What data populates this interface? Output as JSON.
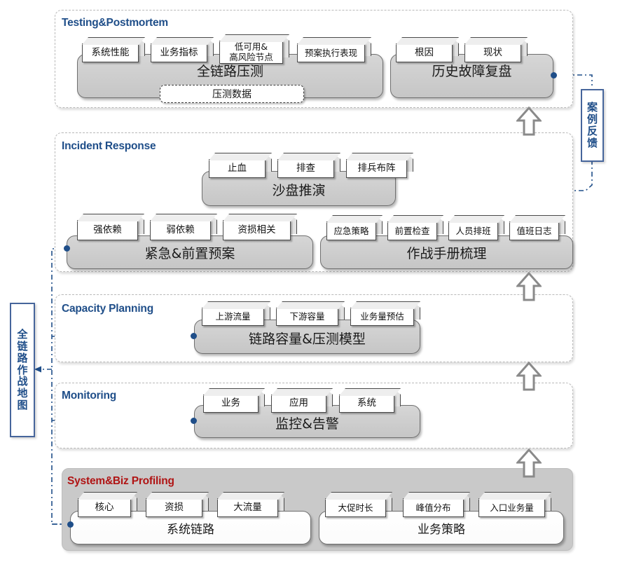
{
  "diagram": {
    "title_note": "全链路作战地图",
    "colors": {
      "section_title_blue": "#1f4e89",
      "section_title_red": "#b01414",
      "bar_grey": "#cdcdcd",
      "connector_blue": "#1f4e89",
      "arrow_grey": "#8a8a8a",
      "panel_grey": "#c9c9c9"
    }
  },
  "side_labels": {
    "left": {
      "name": "full-link-battle-map",
      "text": "全链路作战地图",
      "chars": [
        "全",
        "链",
        "路",
        "作",
        "战",
        "地",
        "图"
      ]
    },
    "right": {
      "name": "case-feedback",
      "text": "案例反馈",
      "chars": [
        "案",
        "例",
        "反",
        "馈"
      ]
    }
  },
  "sections": [
    {
      "id": "testing-postmortem",
      "title": "Testing&Postmortem",
      "title_color": "blue",
      "shaded": false,
      "groups": [
        {
          "id": "full-link-stress-test",
          "label": "全链路压测",
          "chips": [
            "系统性能",
            "业务指标",
            "低可用&\n高风险节点",
            "预案执行表现"
          ],
          "overlay": {
            "label": "压测数据",
            "style": "dashed-white"
          },
          "connector_dot": false
        },
        {
          "id": "historical-incident-review",
          "label": "历史故障复盘",
          "chips": [
            "根因",
            "现状"
          ],
          "connector_dot": true
        }
      ]
    },
    {
      "id": "incident-response",
      "title": "Incident Response",
      "title_color": "blue",
      "shaded": false,
      "groups": [
        {
          "id": "sand-table-drill",
          "label": "沙盘推演",
          "chips": [
            "止血",
            "排查",
            "排兵布阵"
          ],
          "connector_dot": false
        },
        {
          "id": "emergency-preset-plan",
          "label": "紧急&前置预案",
          "chips": [
            "强依赖",
            "弱依赖",
            "资损相关"
          ],
          "connector_dot": true
        },
        {
          "id": "battle-manual",
          "label": "作战手册梳理",
          "chips": [
            "应急策略",
            "前置检查",
            "人员排班",
            "值班日志"
          ],
          "connector_dot": false
        }
      ]
    },
    {
      "id": "capacity-planning",
      "title": "Capacity Planning",
      "title_color": "blue",
      "shaded": false,
      "groups": [
        {
          "id": "link-capacity-model",
          "label": "链路容量&压测模型",
          "chips": [
            "上游流量",
            "下游容量",
            "业务量预估"
          ],
          "connector_dot": true
        }
      ]
    },
    {
      "id": "monitoring",
      "title": "Monitoring",
      "title_color": "blue",
      "shaded": false,
      "groups": [
        {
          "id": "monitoring-alerting",
          "label": "监控&告警",
          "chips": [
            "业务",
            "应用",
            "系统"
          ],
          "connector_dot": true
        }
      ]
    },
    {
      "id": "system-biz-profiling",
      "title": "System&Biz Profiling",
      "title_color": "red",
      "shaded": true,
      "groups": [
        {
          "id": "system-link",
          "label": "系统链路",
          "chips": [
            "核心",
            "资损",
            "大流量"
          ],
          "connector_dot": true
        },
        {
          "id": "biz-strategy",
          "label": "业务策略",
          "chips": [
            "大促时长",
            "峰值分布",
            "入口业务量"
          ],
          "connector_dot": false
        }
      ]
    }
  ],
  "flow_arrows": [
    {
      "name": "arrow-profiling-to-monitoring",
      "direction": "up"
    },
    {
      "name": "arrow-monitoring-to-capacity",
      "direction": "up"
    },
    {
      "name": "arrow-capacity-to-incident",
      "direction": "up"
    },
    {
      "name": "arrow-incident-to-testing",
      "direction": "up"
    }
  ]
}
